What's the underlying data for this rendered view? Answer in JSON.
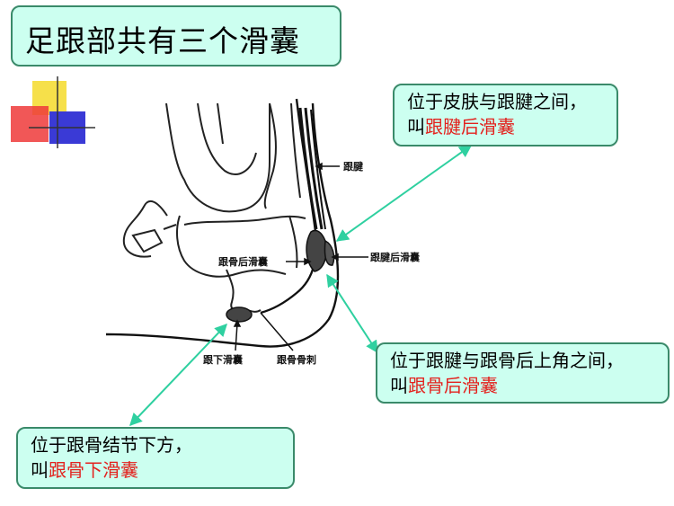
{
  "title": "足跟部共有三个滑囊",
  "callouts": {
    "achilles": {
      "line1": "位于皮肤与跟腱之间，",
      "prefix": "叫",
      "highlight": "跟腱后滑囊"
    },
    "retrocalcaneal": {
      "line1": "位于跟腱与跟骨后上角之间，",
      "prefix": "叫",
      "highlight": "跟骨后滑囊"
    },
    "subcalcaneal": {
      "line1": "位于跟骨结节下方，",
      "prefix": "叫",
      "highlight": "跟骨下滑囊"
    }
  },
  "diagram_labels": {
    "tendon": "跟腱",
    "retro_bursa": "跟骨后滑囊",
    "achilles_bursa": "跟腱后滑囊",
    "sub_bursa": "跟下滑囊",
    "spur": "跟骨骨刺"
  },
  "colors": {
    "box_fill": "#ccfff0",
    "box_border": "#3a8a6a",
    "arrow": "#2fd0a0",
    "highlight": "#e3221e"
  }
}
